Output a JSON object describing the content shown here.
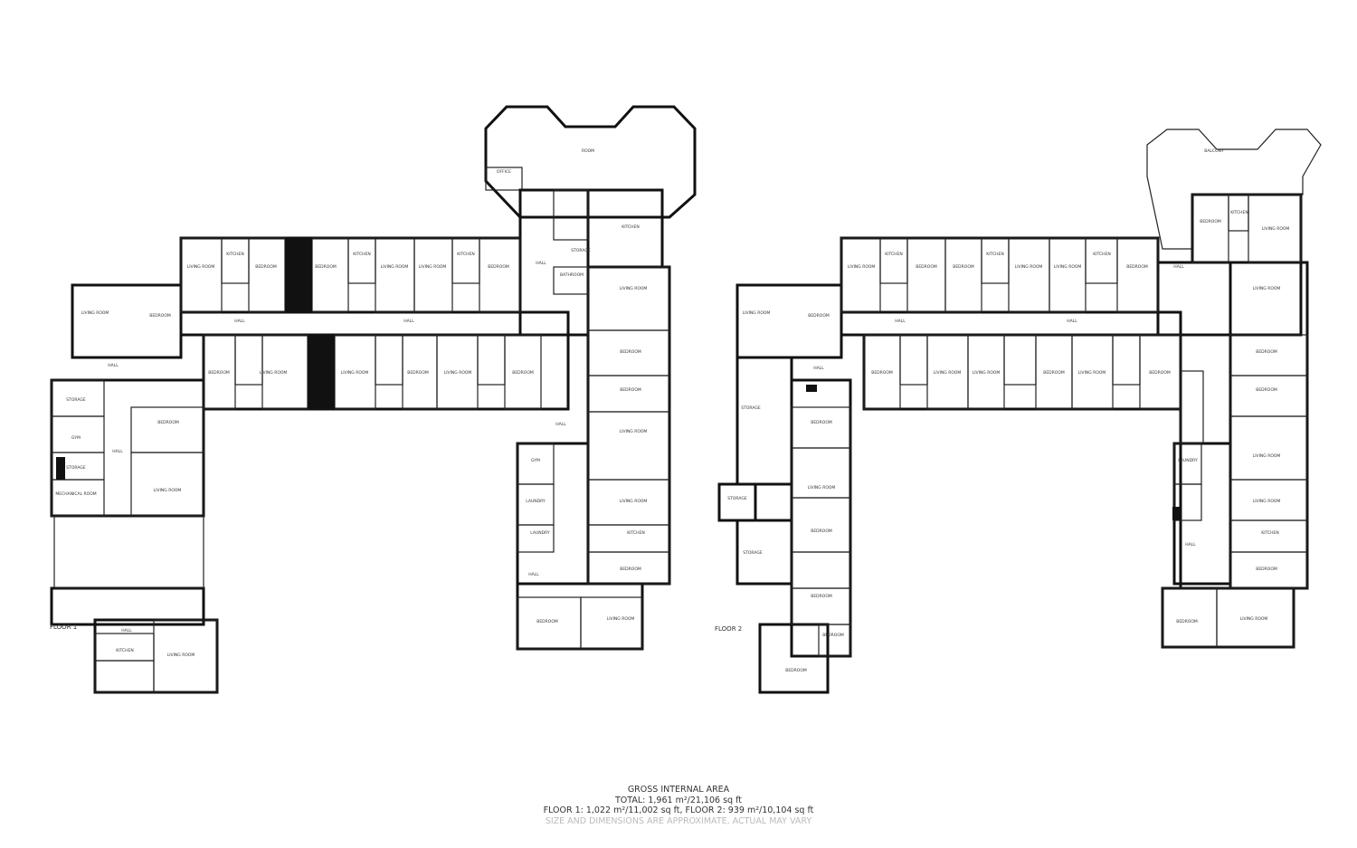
{
  "floor1": {
    "label": "FLOOR 1",
    "rooms": [
      "ROOM",
      "OFFICE",
      "HALL",
      "KITCHEN",
      "STORAGE",
      "BATHROOM",
      "LIVING ROOM",
      "KITCHEN",
      "BEDROOM",
      "BEDROOM",
      "KITCHEN",
      "LIVING ROOM",
      "LIVING ROOM",
      "KITCHEN",
      "BEDROOM",
      "LIVING ROOM",
      "BEDROOM",
      "HALL",
      "HALL",
      "HALL",
      "BEDROOM",
      "LIVING ROOM",
      "LIVING ROOM",
      "BEDROOM",
      "LIVING ROOM",
      "BEDROOM",
      "STORAGE",
      "GYM",
      "STORAGE",
      "MECHANICAL ROOM",
      "HALL",
      "BEDROOM",
      "LIVING ROOM",
      "GYM",
      "LAUNDRY",
      "LAUNDRY",
      "HALL",
      "LIVING ROOM",
      "BEDROOM",
      "BEDROOM",
      "LIVING ROOM",
      "LIVING ROOM",
      "KITCHEN",
      "BEDROOM",
      "HALL",
      "BEDROOM",
      "LIVING ROOM",
      "HALL",
      "KITCHEN",
      "LIVING ROOM"
    ]
  },
  "floor2": {
    "label": "FLOOR 2",
    "rooms": [
      "BALCONY",
      "BEDROOM",
      "KITCHEN",
      "LIVING ROOM",
      "HALL",
      "LIVING ROOM",
      "KITCHEN",
      "BEDROOM",
      "BEDROOM",
      "KITCHEN",
      "LIVING ROOM",
      "LIVING ROOM",
      "KITCHEN",
      "BEDROOM",
      "LIVING ROOM",
      "BEDROOM",
      "HALL",
      "HALL",
      "HALL",
      "BEDROOM",
      "LIVING ROOM",
      "LIVING ROOM",
      "BEDROOM",
      "LIVING ROOM",
      "BEDROOM",
      "STORAGE",
      "STORAGE",
      "STORAGE",
      "BEDROOM",
      "LIVING ROOM",
      "BEDROOM",
      "BEDROOM",
      "BEDROOM",
      "BEDROOM",
      "LIVING ROOM",
      "BEDROOM",
      "BEDROOM",
      "LIVING ROOM",
      "LIVING ROOM",
      "KITCHEN",
      "BEDROOM",
      "LAUNDRY",
      "HALL",
      "BEDROOM",
      "LIVING ROOM"
    ]
  },
  "area": {
    "title": "GROSS INTERNAL AREA",
    "total": "TOTAL: 1,961 m²/21,106 sq ft",
    "floors": "FLOOR 1: 1,022 m²/11,002 sq ft, FLOOR 2: 939 m²/10,104 sq ft",
    "note": "SIZE AND DIMENSIONS ARE APPROXIMATE, ACTUAL MAY VARY"
  }
}
